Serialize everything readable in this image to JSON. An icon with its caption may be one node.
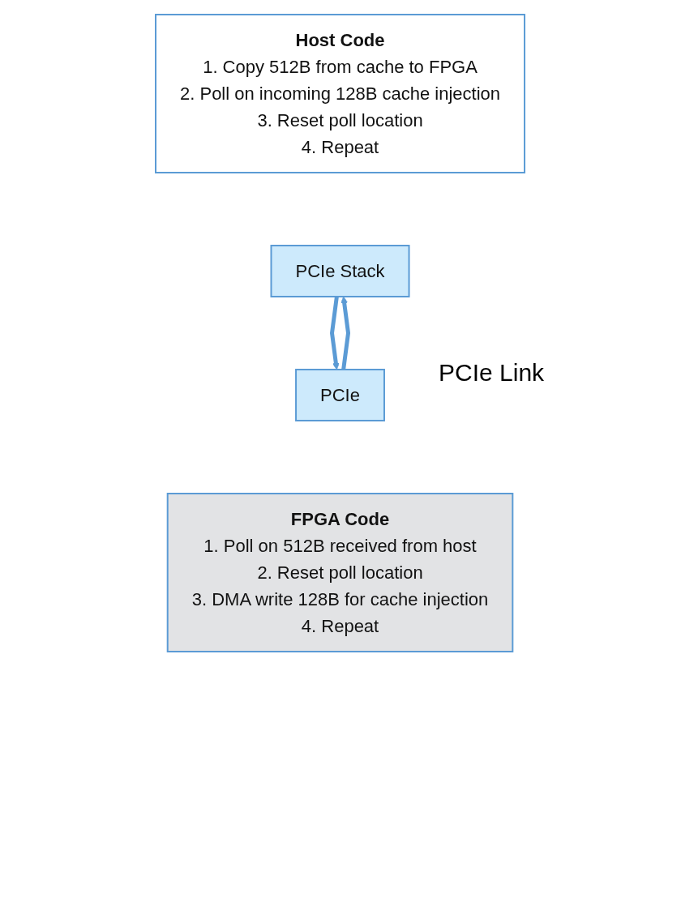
{
  "diagram": {
    "nodes": [
      {
        "text": [
          "Host Code",
          "1. Copy 512B from cache to FPGA",
          "2. Poll on incoming 128B cache injection",
          "3. Reset poll location",
          "4. Repeat"
        ]
      },
      {
        "text": [
          "PCIe Stack"
        ]
      },
      {
        "text": [
          "PCIe"
        ]
      },
      {
        "text": [
          "FPGA Code",
          "1. Poll on 512B received from host",
          "2. Reset poll location",
          "3. DMA write 128B for cache injection",
          "4. Repeat"
        ]
      }
    ],
    "edges": [
      {
        "from": 1,
        "to": 2,
        "arrow": "to"
      },
      {
        "from": 2,
        "to": 1,
        "arrow": "to"
      }
    ],
    "labels": [
      "PCIe Link"
    ]
  }
}
